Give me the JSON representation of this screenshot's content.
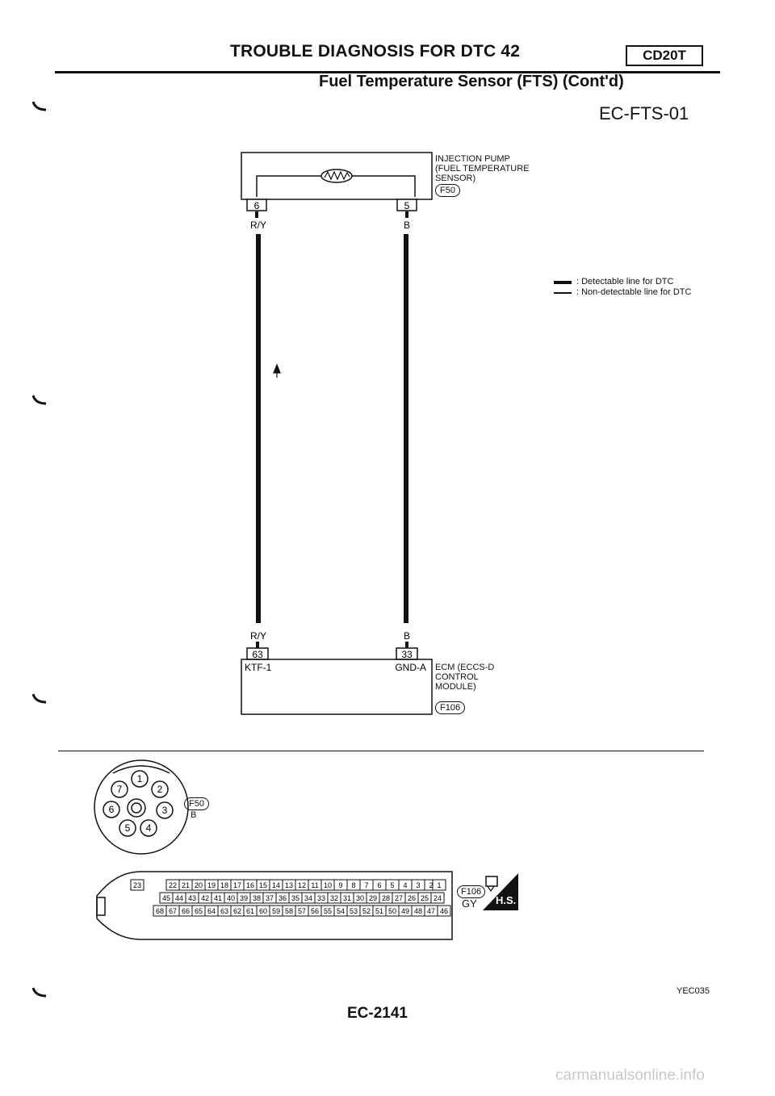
{
  "header": {
    "title": "TROUBLE DIAGNOSIS FOR DTC 42",
    "engine_code": "CD20T",
    "subtitle": "Fuel Temperature Sensor (FTS) (Cont'd)",
    "diagram_code": "EC-FTS-01"
  },
  "sensor": {
    "name_lines": [
      "INJECTION PUMP",
      "(FUEL TEMPERATURE",
      "SENSOR)"
    ],
    "connector": "F50",
    "terminal_left": "6",
    "terminal_right": "5"
  },
  "wires": {
    "left_color": "R/Y",
    "right_color": "B"
  },
  "ecm": {
    "name_lines": [
      "ECM (ECCS-D",
      "CONTROL",
      "MODULE)"
    ],
    "connector": "F106",
    "terminal_left": "63",
    "terminal_right": "33",
    "label_left": "KTF-1",
    "label_right": "GND-A"
  },
  "legend": {
    "detectable": ": Detectable line for DTC",
    "non_detectable": ": Non-detectable line for DTC"
  },
  "f50_connector": {
    "pins": [
      "1",
      "2",
      "3",
      "4",
      "5",
      "6",
      "7"
    ],
    "tag": "F50",
    "color": "B"
  },
  "f106_connector": {
    "row1_left": "23",
    "row1_pins": [
      "22",
      "21",
      "20",
      "19",
      "18",
      "17",
      "16",
      "15",
      "14",
      "13",
      "12",
      "11",
      "10",
      "9",
      "8",
      "7",
      "6",
      "5",
      "4",
      "3",
      "2"
    ],
    "row1_right": "1",
    "row2_pins": [
      "45",
      "44",
      "43",
      "42",
      "41",
      "40",
      "39",
      "38",
      "37",
      "36",
      "35",
      "34",
      "33",
      "32",
      "31",
      "30",
      "29",
      "28",
      "27",
      "26",
      "25",
      "24"
    ],
    "row3_pins": [
      "68",
      "67",
      "66",
      "65",
      "64",
      "63",
      "62",
      "61",
      "60",
      "59",
      "58",
      "57",
      "56",
      "55",
      "54",
      "53",
      "52",
      "51",
      "50",
      "49",
      "48",
      "47",
      "46"
    ],
    "tag": "F106",
    "color": "GY",
    "badge": "H.S."
  },
  "footer": {
    "figure_id": "YEC035",
    "page_ref": "EC-2141",
    "watermark": "carmanualsonline.info"
  }
}
